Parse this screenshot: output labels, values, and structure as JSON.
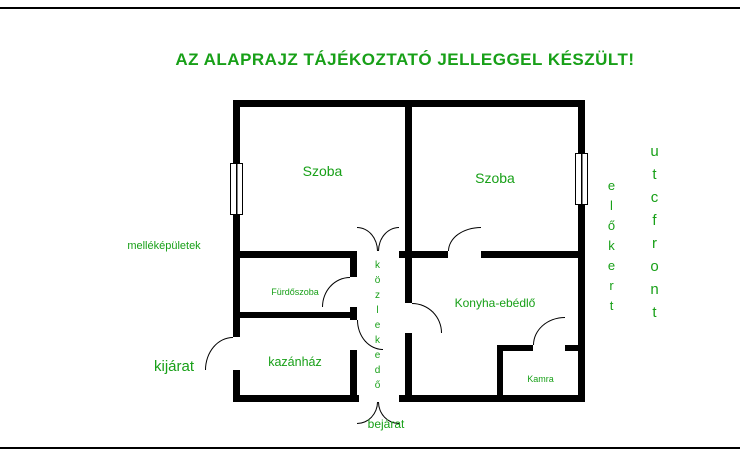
{
  "title": {
    "text": "AZ ALAPRAJZ TÁJÉKOZTATÓ JELLEGGEL KÉSZÜLT!"
  },
  "rooms": {
    "szoba_left": "Szoba",
    "szoba_right": "Szoba",
    "furdoszoba": "Fürdőszoba",
    "konyha_ebedlo": "Konyha-ebédlő",
    "kazanhaz": "kazánház",
    "kamra": "Kamra",
    "kozlekedo": "közlekedő"
  },
  "outside": {
    "mellekepuletek": "melléképületek",
    "kijarat": "kijárat",
    "bejarat": "bejárat",
    "elokert": "előkert",
    "utcafront": "utcfront"
  },
  "colors": {
    "label_green": "#18a018",
    "wall_black": "#000000",
    "background": "#ffffff"
  }
}
